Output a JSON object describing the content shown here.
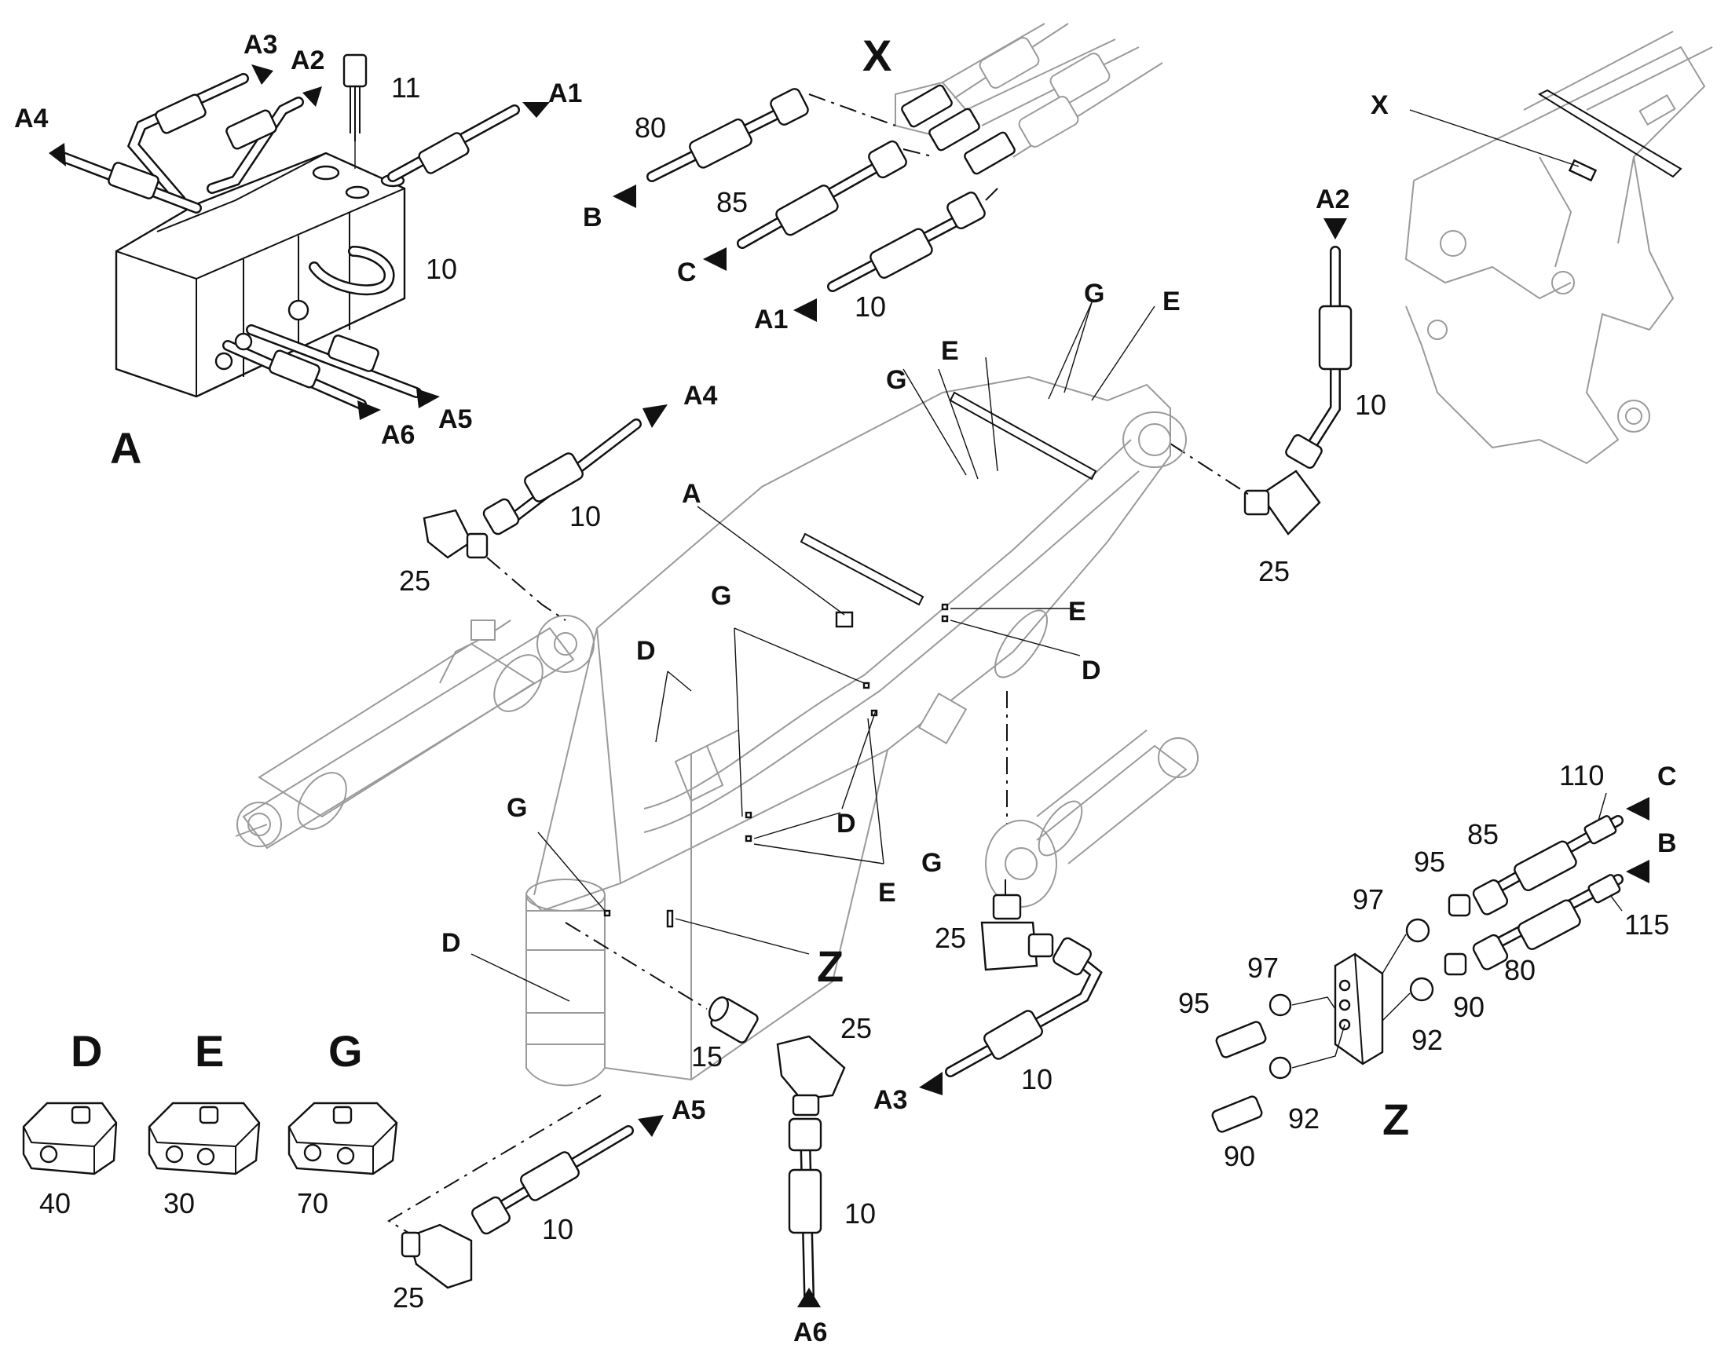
{
  "views": {
    "A": "A",
    "X": "X",
    "Z": "Z"
  },
  "block_A": {
    "ports": [
      "A1",
      "A2",
      "A3",
      "A4",
      "A5",
      "A6"
    ],
    "items": [
      "11",
      "10"
    ]
  },
  "view_X": {
    "items": [
      "80",
      "85",
      "10"
    ],
    "ports": [
      "B",
      "C",
      "A1"
    ],
    "callout": "X"
  },
  "right_top": {
    "port": "A2",
    "items": [
      "10",
      "25"
    ]
  },
  "boom": {
    "left_hose": {
      "port": "A4",
      "items": [
        "10",
        "25"
      ]
    },
    "callouts": {
      "A": "A",
      "G1": "G",
      "E1": "E",
      "G2": "G",
      "E2": "E",
      "E3": "E",
      "D1": "D",
      "G3": "G",
      "D2": "D",
      "D3": "D",
      "E4": "E",
      "G4": "G",
      "D4": "D",
      "Z": "Z"
    }
  },
  "lower_right": {
    "items": [
      "25",
      "10"
    ],
    "port": "A3",
    "G": "G"
  },
  "bottom_center": {
    "items": [
      "15",
      "25",
      "10"
    ],
    "port": "A6"
  },
  "bottom_left_hose": {
    "port": "A5",
    "items": [
      "10",
      "25"
    ]
  },
  "clamps": [
    {
      "letter": "D",
      "number": "40"
    },
    {
      "letter": "E",
      "number": "30"
    },
    {
      "letter": "G",
      "number": "70"
    }
  ],
  "view_Z": {
    "items": [
      "110",
      "85",
      "95",
      "97",
      "115",
      "80",
      "90",
      "92",
      "97",
      "95",
      "92",
      "90"
    ],
    "ports": [
      "C",
      "B"
    ]
  }
}
